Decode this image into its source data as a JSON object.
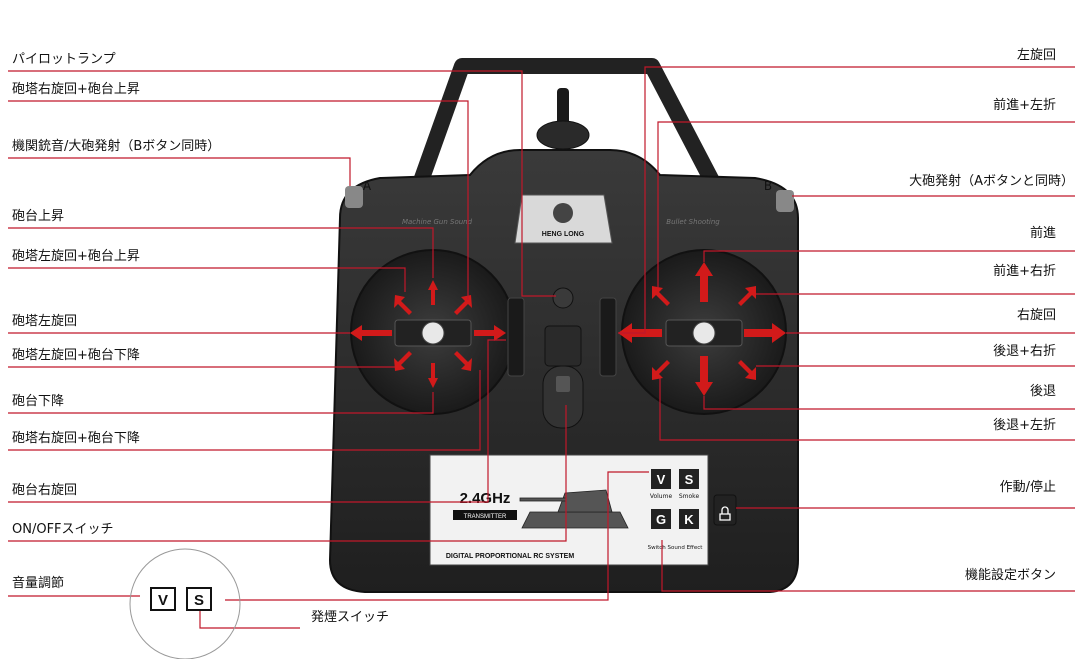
{
  "labels_left": [
    "パイロットランプ",
    "砲塔右旋回+砲台上昇",
    "機関銃音/大砲発射（Bボタン同時）",
    "砲台上昇",
    "砲塔左旋回+砲台上昇",
    "砲塔左旋回",
    "砲塔左旋回+砲台下降",
    "砲台下降",
    "砲塔右旋回+砲台下降",
    "砲台右旋回",
    "ON/OFFスイッチ",
    "音量調節"
  ],
  "labels_right": [
    "左旋回",
    "前進+左折",
    "大砲発射（Aボタンと同時）",
    "前進",
    "前進+右折",
    "右旋回",
    "後退+右折",
    "後退",
    "後退+左折",
    "作動/停止",
    "機能設定ボタン"
  ],
  "label_bottom": "発煙スイッチ",
  "device": {
    "brand": "HENG LONG",
    "band": "2.4GHz",
    "band_sub": "TRANSMITTER",
    "system": "DIGITAL PROPORTIONAL RC SYSTEM",
    "left_marker": "A",
    "right_marker": "B",
    "left_panel": "Machine Gun Sound",
    "right_panel": "Bullet Shooting",
    "buttons": [
      {
        "key": "V",
        "caption": "Volume"
      },
      {
        "key": "S",
        "caption": "Smoke"
      },
      {
        "key": "G",
        "caption": ""
      },
      {
        "key": "K",
        "caption": ""
      }
    ],
    "switch_caption": "Switch Sound Effect"
  },
  "zoom_keys": [
    "V",
    "S"
  ],
  "colors": {
    "leader": "#c0182a",
    "arrow": "#d21a1a",
    "body": "#2b2b2b"
  }
}
